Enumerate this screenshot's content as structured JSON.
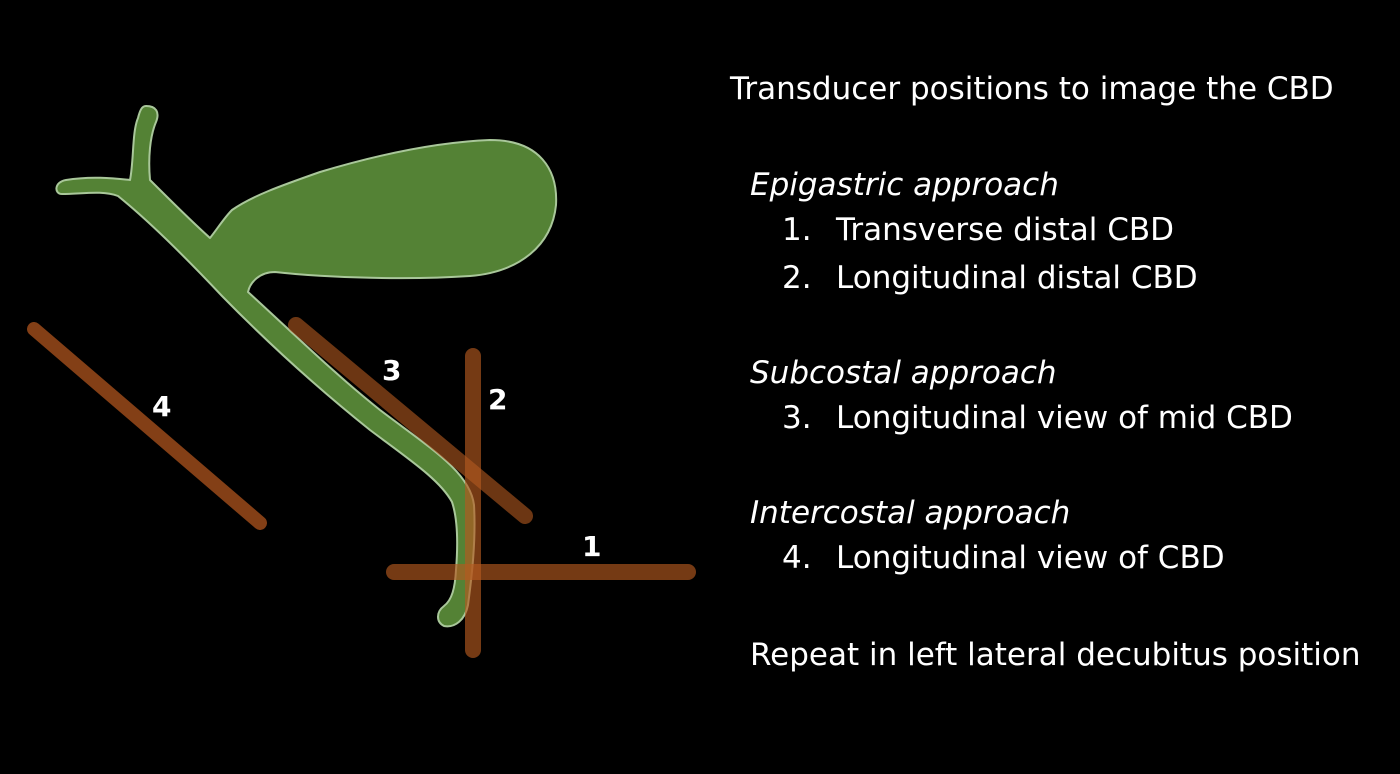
{
  "title": "Transducer positions to image the CBD",
  "colors": {
    "background": "#000000",
    "biliary_tree": "#548235",
    "biliary_outline": "#a9c79a",
    "transducer": "#9a4a1a",
    "transducer_overlap": "#c47a3a",
    "text": "#ffffff"
  },
  "sections": [
    {
      "approach": "Epigastric approach",
      "items": [
        {
          "num": "1.",
          "label": "Transverse distal CBD"
        },
        {
          "num": "2.",
          "label": "Longitudinal distal CBD"
        }
      ]
    },
    {
      "approach": "Subcostal approach",
      "items": [
        {
          "num": "3.",
          "label": "Longitudinal view of mid CBD"
        }
      ]
    },
    {
      "approach": "Intercostal approach",
      "items": [
        {
          "num": "4.",
          "label": "Longitudinal view of CBD"
        }
      ]
    }
  ],
  "footer": "Repeat in left lateral decubitus position",
  "probe_labels": {
    "probe1": "1",
    "probe2": "2",
    "probe3": "3",
    "probe4": "4"
  }
}
